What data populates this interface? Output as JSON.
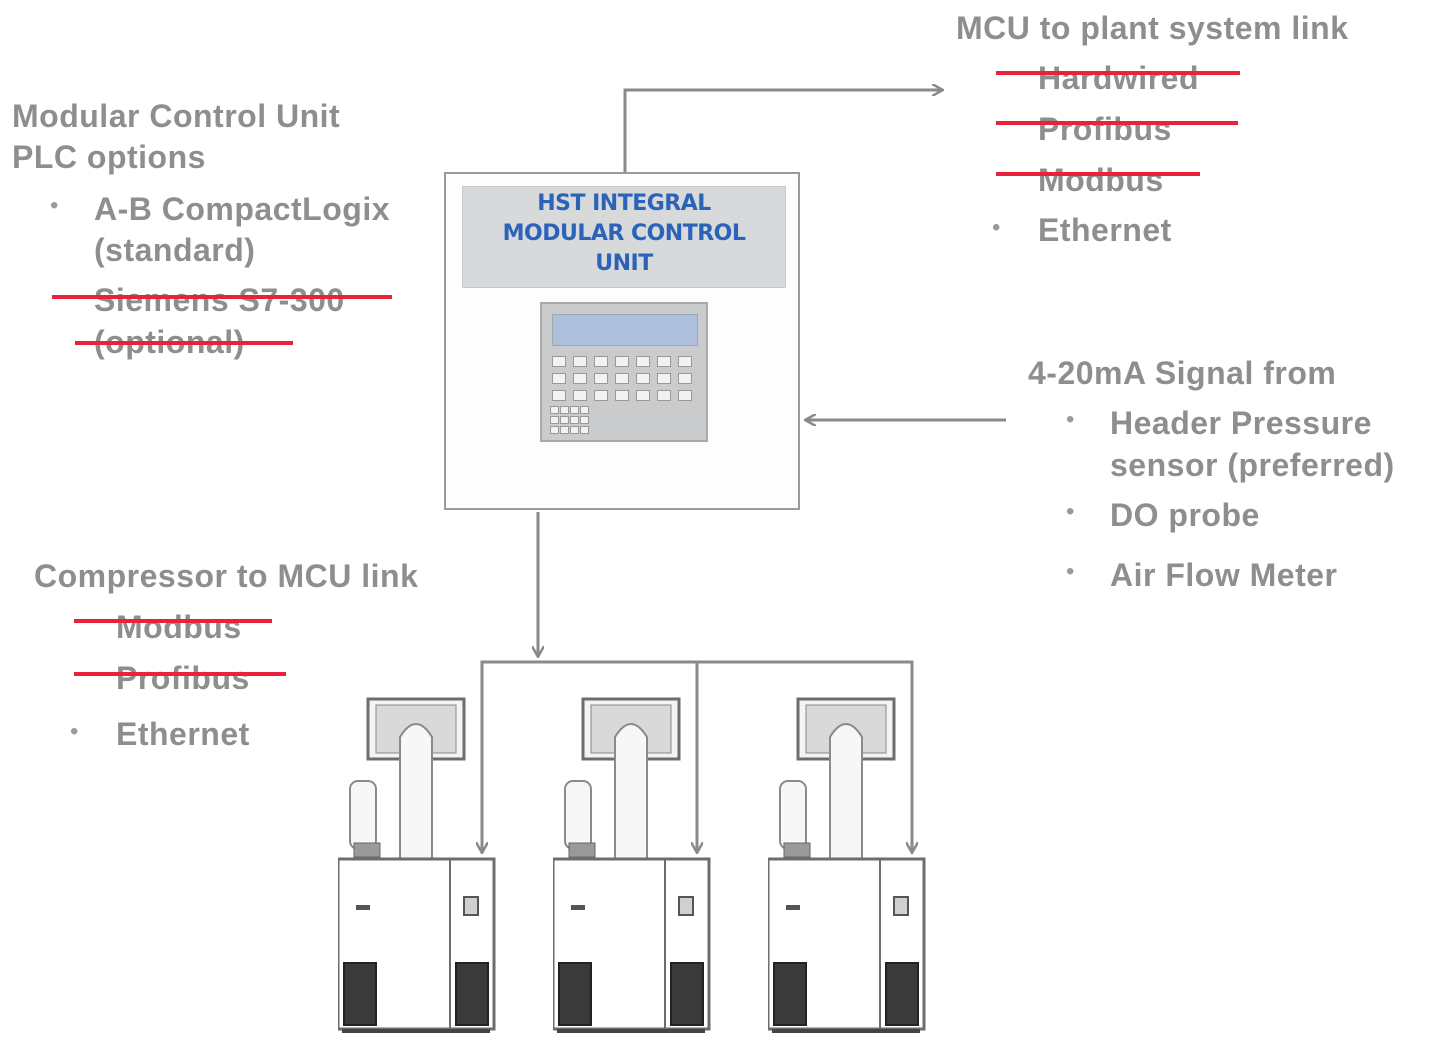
{
  "plc_options": {
    "title_line1": "Modular Control Unit",
    "title_line2": "PLC options",
    "items": [
      {
        "text_line1": "A-B CompactLogix",
        "text_line2": "(standard)",
        "struck": false
      },
      {
        "text_line1": "Siemens S7-300",
        "text_line2": "(optional)",
        "struck": true
      }
    ]
  },
  "plant_link": {
    "title": "MCU to plant system link",
    "items": [
      {
        "text": "Hardwired",
        "struck": true
      },
      {
        "text": "Profibus",
        "struck": true
      },
      {
        "text": "Modbus",
        "struck": true
      },
      {
        "text": "Ethernet",
        "struck": false
      }
    ]
  },
  "mcu": {
    "label_line1": "HST INTEGRAL",
    "label_line2": "MODULAR CONTROL",
    "label_line3": "UNIT"
  },
  "signal": {
    "title": "4-20mA Signal from",
    "items": [
      {
        "text_line1": "Header Pressure",
        "text_line2": "sensor (preferred)"
      },
      {
        "text_line1": "DO probe",
        "text_line2": ""
      },
      {
        "text_line1": "Air Flow Meter",
        "text_line2": ""
      }
    ]
  },
  "compressor_link": {
    "title": "Compressor to MCU link",
    "items": [
      {
        "text": "Modbus",
        "struck": true
      },
      {
        "text": "Profibus",
        "struck": true
      },
      {
        "text": "Ethernet",
        "struck": false
      }
    ]
  },
  "colors": {
    "strike": "#e8223a",
    "mcu_label": "#2a63b8",
    "text": "#8e8e8e",
    "arrow": "#8a8a8a"
  },
  "bullet_glyph": "•"
}
